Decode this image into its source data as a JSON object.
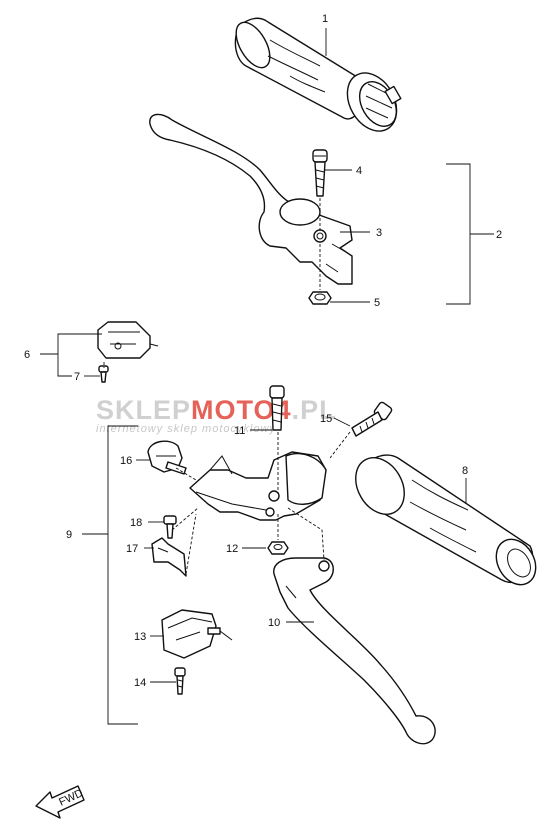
{
  "watermark": {
    "brand_part1": "SKLEP",
    "brand_part2": "MOTO",
    "brand_part3": "4",
    "brand_part4": ".PL",
    "tagline": "internetowy sklep motocyklowy",
    "color_gray": "#c8c8c8",
    "color_red": "#e0473a"
  },
  "callouts": {
    "p1": "1",
    "p2": "2",
    "p3": "3",
    "p4": "4",
    "p5": "5",
    "p6": "6",
    "p7": "7",
    "p8": "8",
    "p9": "9",
    "p10": "10",
    "p11": "11",
    "p12": "12",
    "p13": "13",
    "p14": "14",
    "p15": "15",
    "p16": "16",
    "p17": "17",
    "p18": "18"
  },
  "fwd_arrow": {
    "label": "FWD"
  }
}
